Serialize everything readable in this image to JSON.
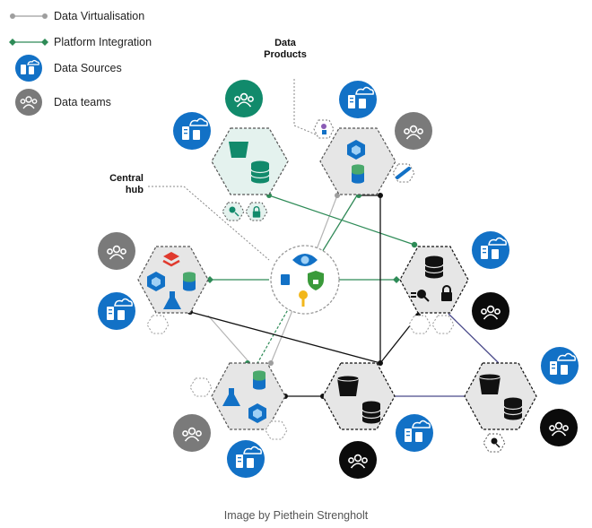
{
  "legend": {
    "items": [
      {
        "label": "Data Virtualisation",
        "icon": "grey-dot-line-icon"
      },
      {
        "label": "Platform Integration",
        "icon": "green-diamond-line-icon"
      },
      {
        "label": "Data Sources",
        "icon": "cloud-server-icon"
      },
      {
        "label": "Data teams",
        "icon": "people-group-icon"
      }
    ]
  },
  "labels": {
    "data_products_line1": "Data",
    "data_products_line2": "Products",
    "central_hub_line1": "Central",
    "central_hub_line2": "hub"
  },
  "caption": "Image by Piethein Strengholt",
  "colors": {
    "virtualisation": "#9e9e9e",
    "integration": "#2e8b57",
    "data_source_blue": "#1271c6",
    "team_grey": "#7a7a7a",
    "team_green": "#118a6b",
    "team_black": "#0b0b0b",
    "hex_grey": "#e6e6e6",
    "hex_green": "#e4f2ee"
  }
}
